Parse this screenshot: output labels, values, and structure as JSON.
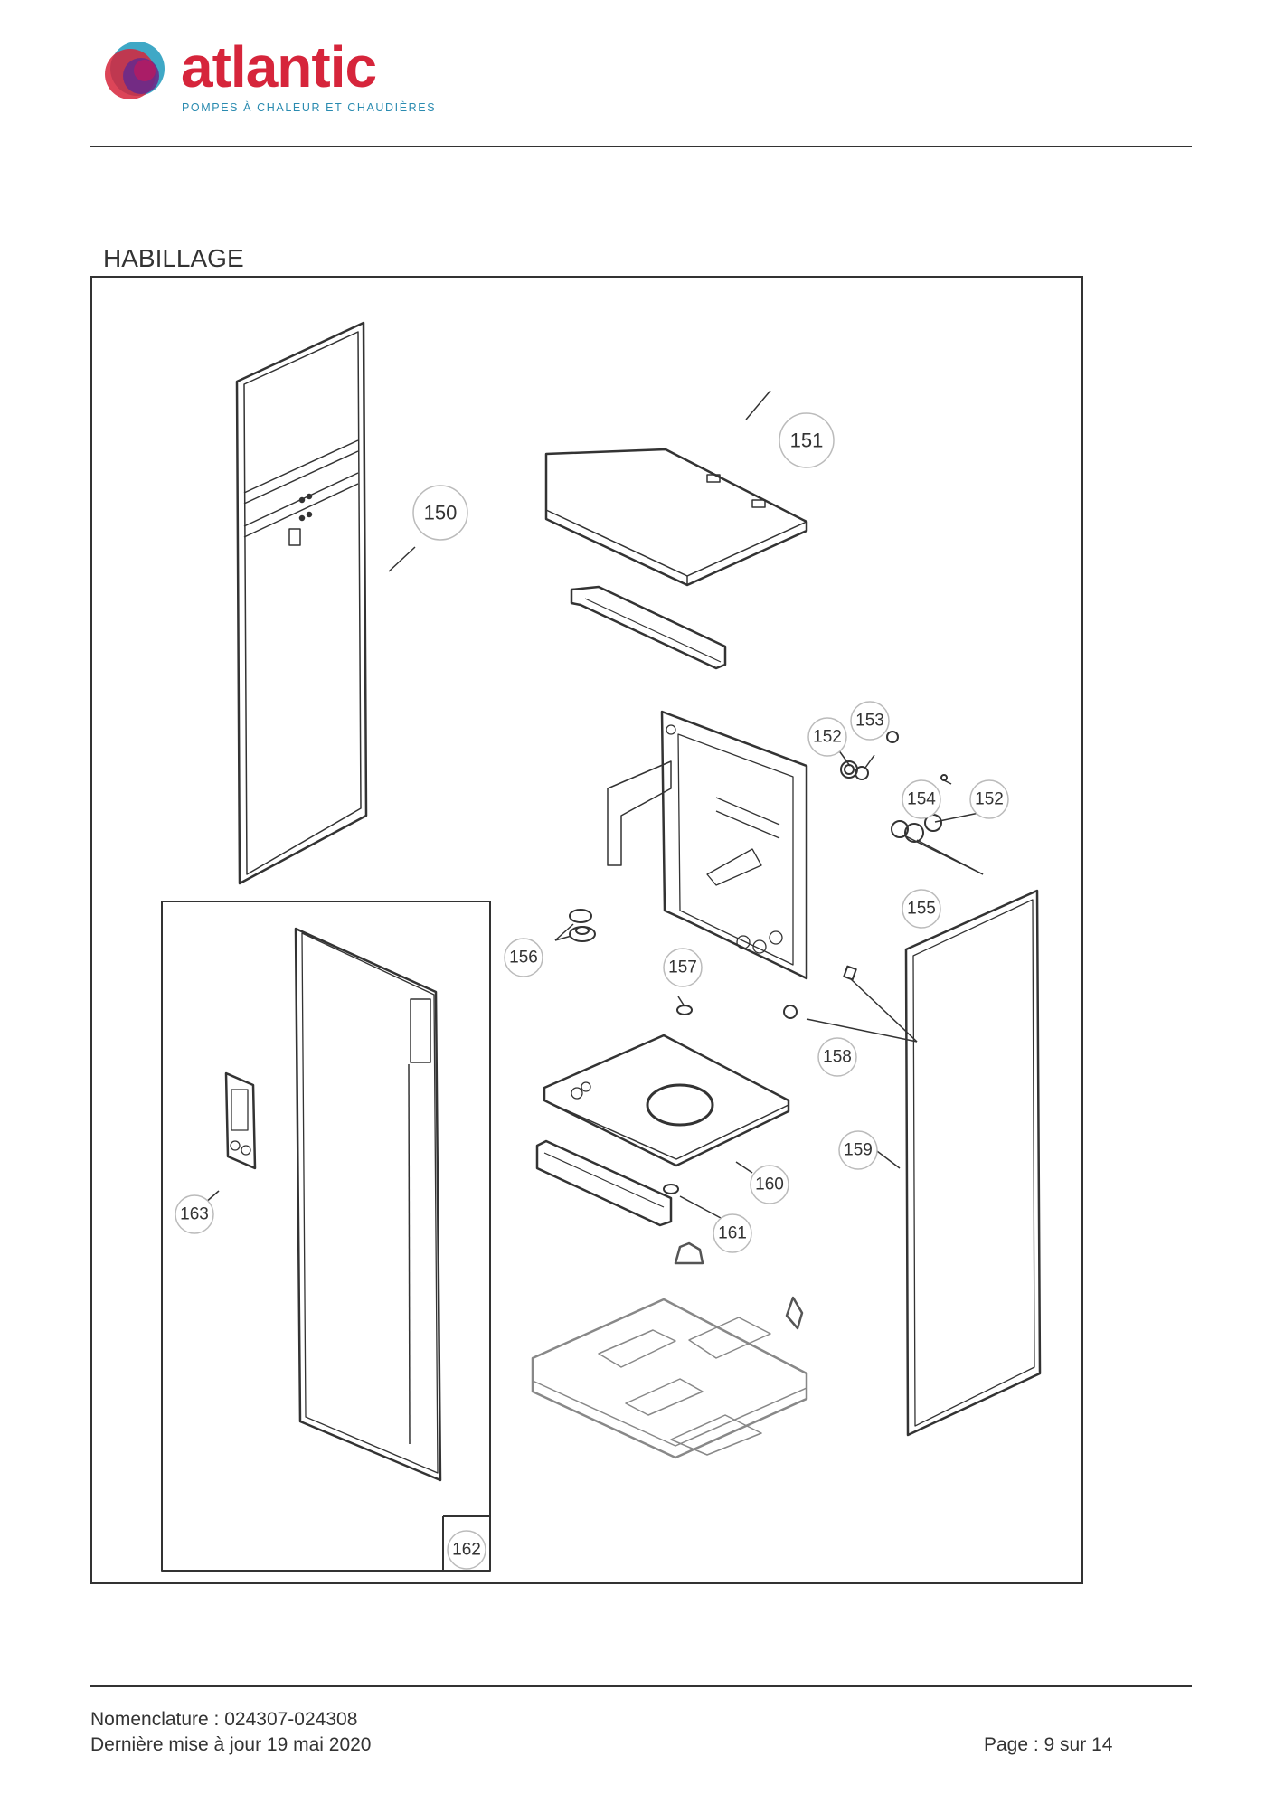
{
  "header": {
    "brand": "atlantic",
    "tagline": "POMPES À CHALEUR ET CHAUDIÈRES",
    "logo_colors": [
      "#d6253b",
      "#6a2a8a",
      "#2a9fc0",
      "#c2185b"
    ]
  },
  "section_title": "HABILLAGE",
  "callouts": [
    {
      "id": "150",
      "label": "150"
    },
    {
      "id": "151",
      "label": "151"
    },
    {
      "id": "152a",
      "label": "152"
    },
    {
      "id": "153",
      "label": "153"
    },
    {
      "id": "154",
      "label": "154"
    },
    {
      "id": "152b",
      "label": "152"
    },
    {
      "id": "155",
      "label": "155"
    },
    {
      "id": "156",
      "label": "156"
    },
    {
      "id": "157",
      "label": "157"
    },
    {
      "id": "158",
      "label": "158"
    },
    {
      "id": "159",
      "label": "159"
    },
    {
      "id": "160",
      "label": "160"
    },
    {
      "id": "161",
      "label": "161"
    },
    {
      "id": "163",
      "label": "163"
    },
    {
      "id": "162",
      "label": "162"
    }
  ],
  "footer": {
    "nomenclature": "Nomenclature : 024307-024308",
    "updated": "Dernière mise à jour 19 mai 2020",
    "page": "Page : 9 sur 14"
  }
}
